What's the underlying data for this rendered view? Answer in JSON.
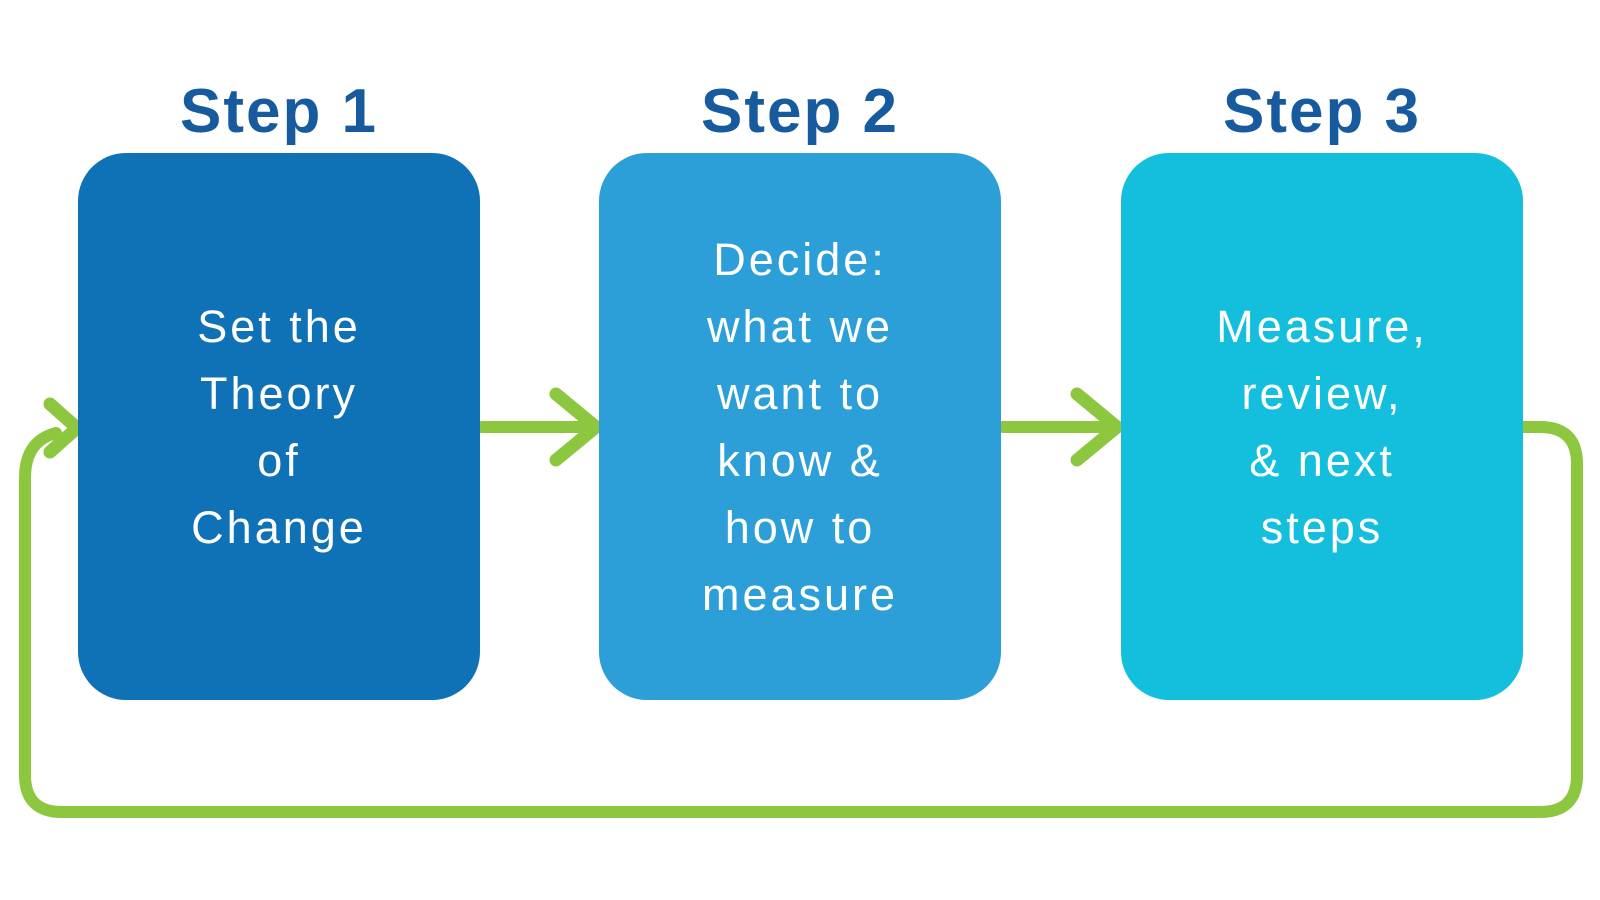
{
  "diagram": {
    "kind": "three-step-process-flow-with-feedback-loop"
  },
  "colors": {
    "background": "#ffffff",
    "heading_text": "#175a9d",
    "box_text": "#ffffff",
    "step1_fill": "#0f72b6",
    "step2_fill": "#2c9fd9",
    "step3_fill": "#14bfdd",
    "arrow_green": "#8dc63f"
  },
  "steps": [
    {
      "label": "Step 1",
      "text": "Set the Theory of Change",
      "lines": [
        "Set the",
        "Theory",
        "of",
        "Change"
      ]
    },
    {
      "label": "Step 2",
      "text": "Decide: what we want to know & how to measure",
      "lines": [
        "Decide:",
        "what we",
        "want to",
        "know &",
        "how to",
        "measure"
      ]
    },
    {
      "label": "Step 3",
      "text": "Measure, review, & next steps",
      "lines": [
        "Measure,",
        "review,",
        "& next",
        "steps"
      ]
    }
  ],
  "arrows": [
    {
      "name": "arrow-step1-to-step2",
      "type": "right-arrow"
    },
    {
      "name": "arrow-step2-to-step3",
      "type": "right-arrow"
    },
    {
      "name": "feedback-loop-step3-to-step1",
      "type": "loop-arrow"
    }
  ]
}
